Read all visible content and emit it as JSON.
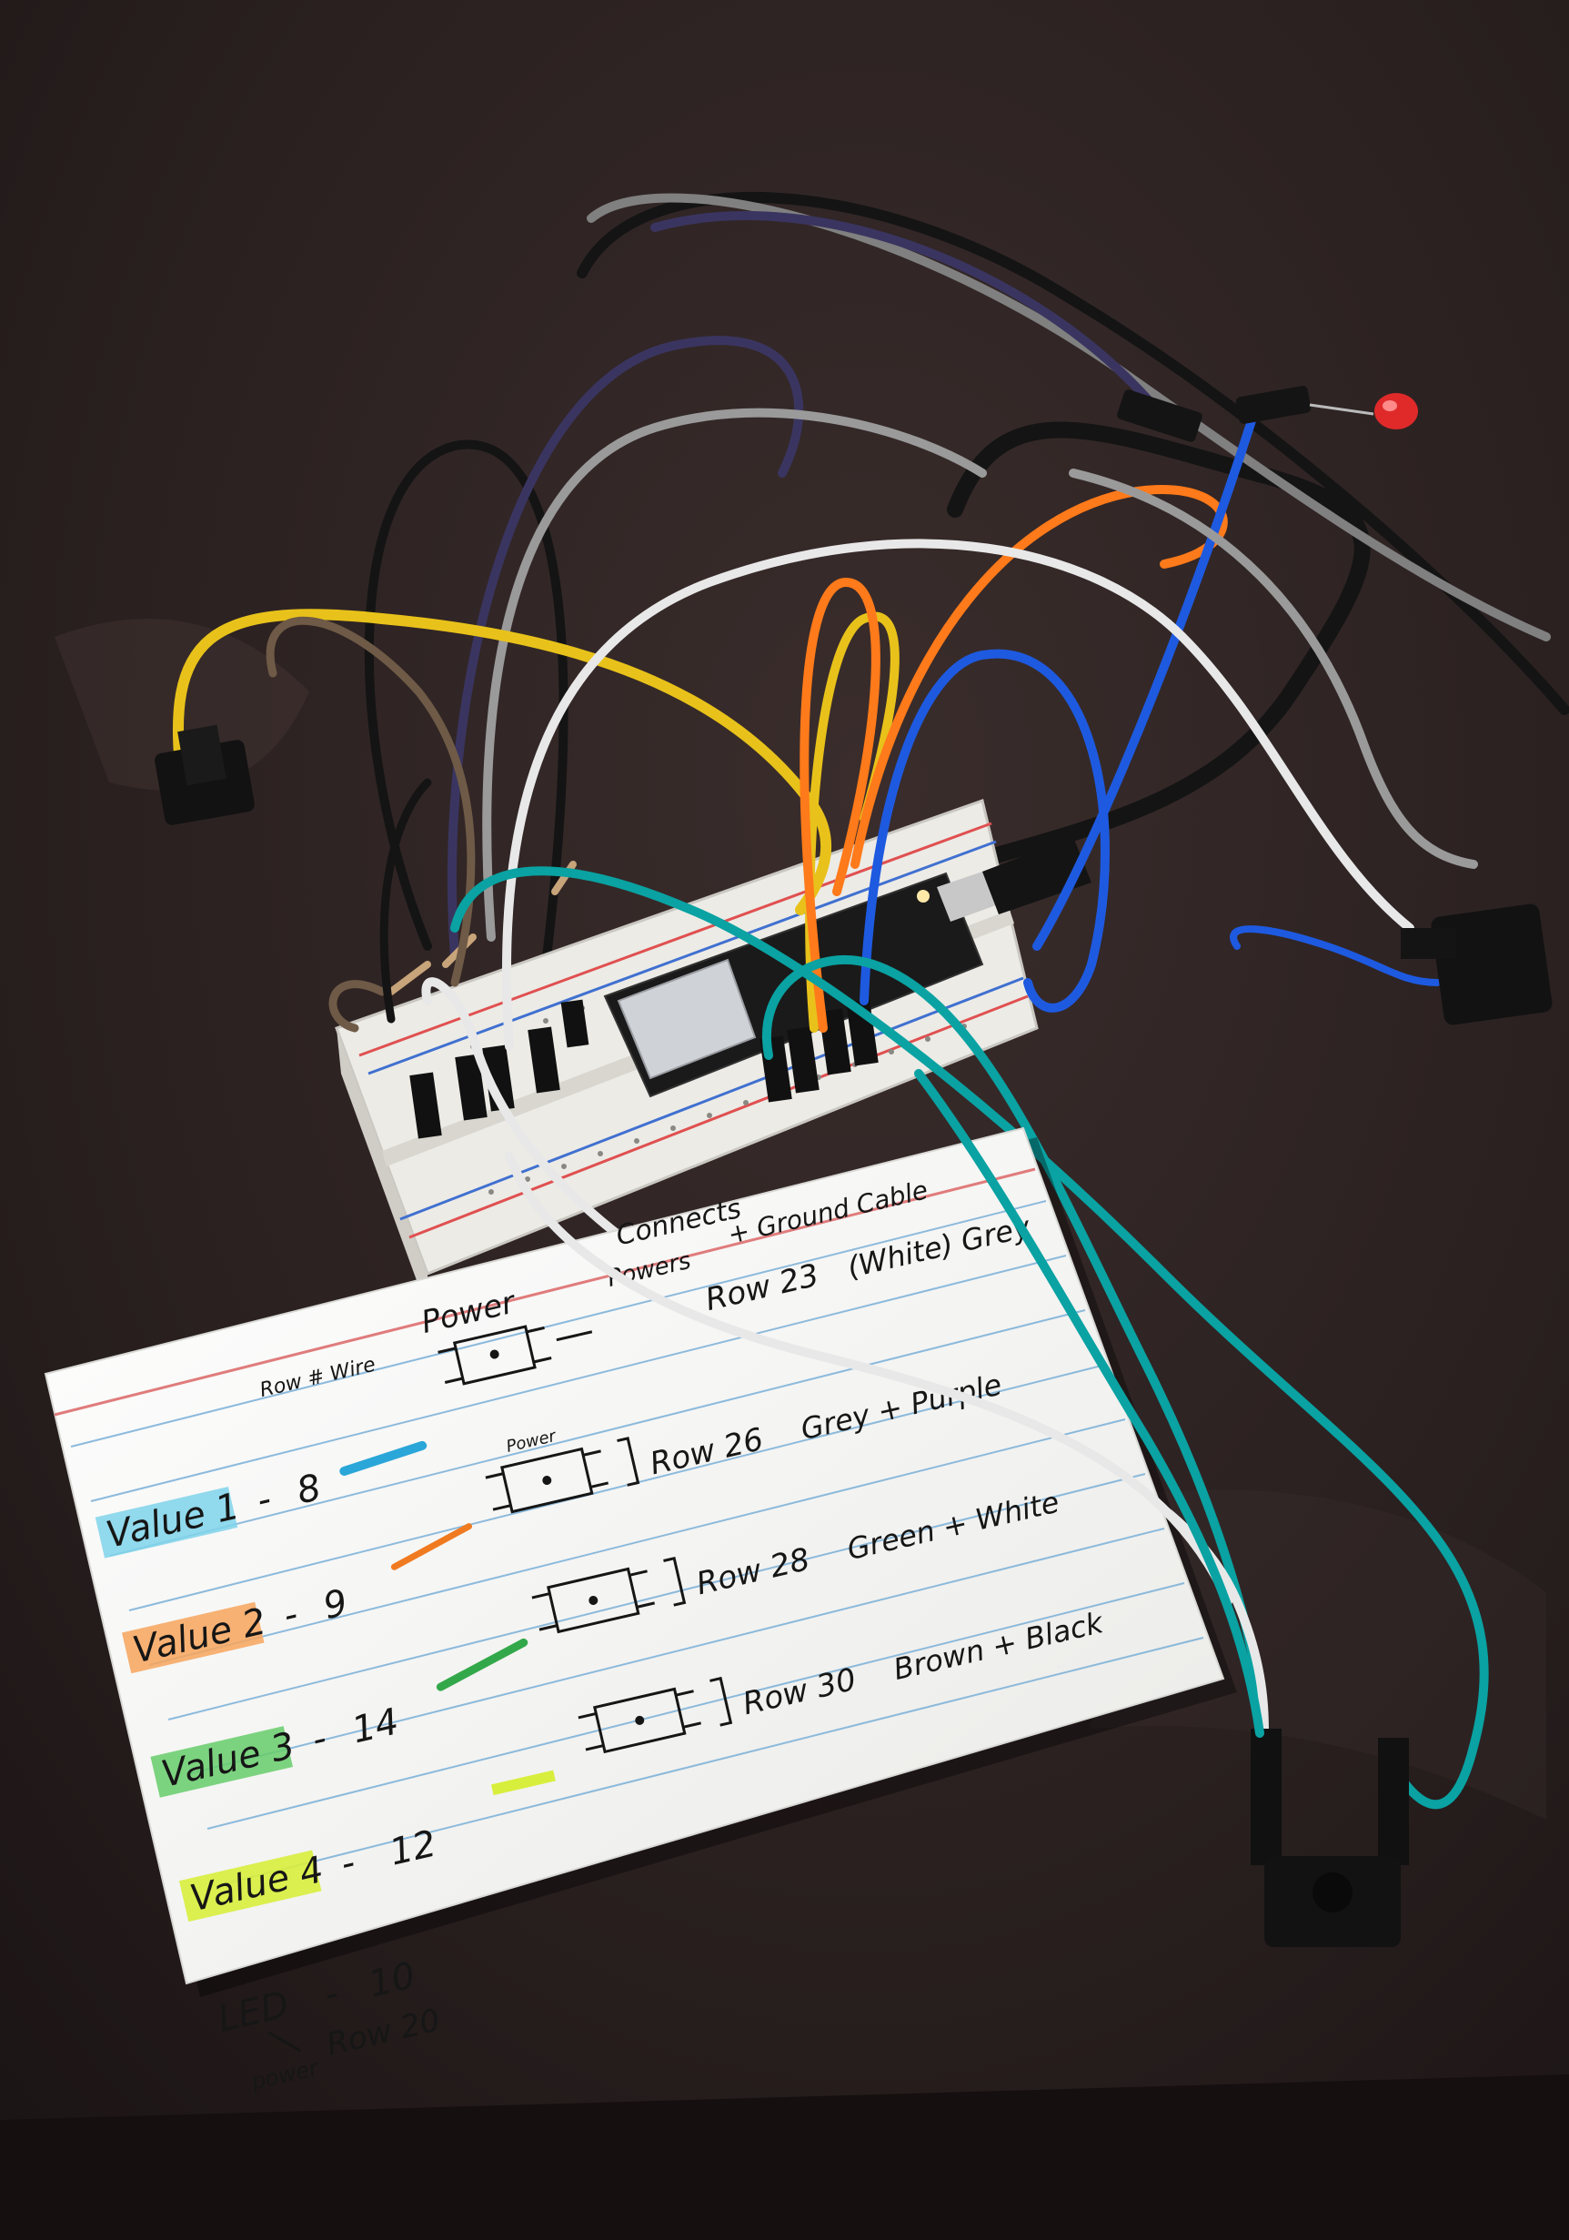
{
  "card": {
    "headers": {
      "row_wire": "Row # Wire",
      "power": "Power",
      "connects": "Connects",
      "powers": "Powers",
      "ground_cable": "+ Ground Cable"
    },
    "power_line": {
      "row": "Row 23",
      "colors": "(White) Grey"
    },
    "power_small_label": "Power",
    "values": [
      {
        "label": "Value 1",
        "pin": "8",
        "highlight": "#7fd3ea",
        "row": "",
        "wires": ""
      },
      {
        "label": "Value 2",
        "pin": "9",
        "highlight": "#f7a45c",
        "row": "Row 26",
        "wires": "Grey + Purple"
      },
      {
        "label": "Value 3",
        "pin": "14",
        "highlight": "#66cd6a",
        "row": "Row 28",
        "wires": "Green + White"
      },
      {
        "label": "Value 4",
        "pin": "12",
        "highlight": "#d8ee3c",
        "row": "Row 30",
        "wires": "Brown + Black"
      }
    ],
    "led": {
      "label": "LED",
      "pin": "10",
      "power_word": "power",
      "power_row": "Row 20"
    }
  },
  "colors": {
    "table": "#2a2020",
    "card": "#f4f4f2",
    "card_rule_blue": "#7ab0d8",
    "card_rule_red": "#e07c7c",
    "breadboard": "#ecebe6",
    "wire_yellow": "#e8c21a",
    "wire_orange": "#ff7a1a",
    "wire_blue": "#1e5ae0",
    "wire_teal": "#0aa2a2",
    "wire_white": "#e8e8e8",
    "wire_grey": "#9a9a9a",
    "wire_brown": "#6e5a46",
    "wire_purple": "#3a3560",
    "wire_black": "#141414",
    "led_red": "#e02a2a",
    "board_pcb": "#1a1a1a"
  }
}
